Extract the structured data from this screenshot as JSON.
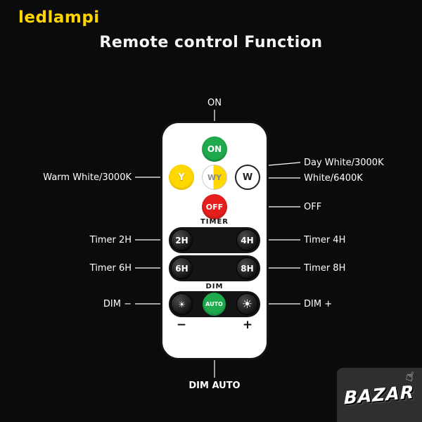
{
  "page": {
    "logo": "ledlampi",
    "title": "Remote control Function"
  },
  "remote": {
    "on_button": "ON",
    "y_button": "Y",
    "wy_button": "WY",
    "w_button": "W",
    "off_button": "OFF",
    "timer_label": "TIMER",
    "timer_buttons": [
      "2H",
      "4H",
      "6H",
      "8H"
    ],
    "dim_label": "DIM",
    "auto_button": "AUTO",
    "minus_label": "−",
    "plus_label": "+"
  },
  "icons": {
    "sun_dim": "☀",
    "sun_bright": "☀",
    "hand": "☝"
  },
  "callouts": {
    "on": "ON",
    "warm_white": "Warm White/3000K",
    "day_white": "Day White/3000K",
    "white": "White/6400K",
    "off": "OFF",
    "timer_2h": "Timer 2H",
    "timer_4h": "Timer 4H",
    "timer_6h": "Timer 6H",
    "timer_8h": "Timer 8H",
    "dim_minus": "DIM −",
    "dim_plus": "DIM +",
    "dim_auto": "DIM AUTO"
  },
  "watermark": {
    "text": "BAZAR"
  },
  "colors": {
    "background": "#0b0b0b",
    "logo_yellow": "#ffd400",
    "green": "#1faa4d",
    "yellow": "#ffd800",
    "red": "#e61e1e",
    "remote_body": "#ffffff",
    "panel_black": "#141414",
    "text_white": "#ffffff"
  }
}
